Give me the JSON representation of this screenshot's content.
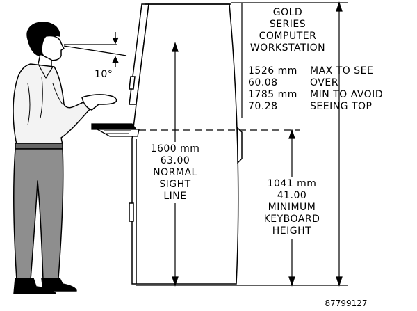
{
  "title_lines": [
    "GOLD",
    "SERIES",
    "COMPUTER",
    "WORKSTATION"
  ],
  "sight_table": [
    [
      "1526 mm",
      "MAX TO SEE"
    ],
    [
      "60.08",
      "OVER"
    ],
    [
      "1785 mm",
      "MIN TO AVOID"
    ],
    [
      "70.28",
      "SEEING TOP"
    ]
  ],
  "angle_label": "10°",
  "sight_line_label": [
    "1600 mm",
    "63.00",
    "NORMAL",
    "SIGHT",
    "LINE"
  ],
  "keyboard_label": [
    "1041 mm",
    "41.00",
    "MINIMUM",
    "KEYBOARD",
    "HEIGHT"
  ],
  "figure_number": "87799127"
}
